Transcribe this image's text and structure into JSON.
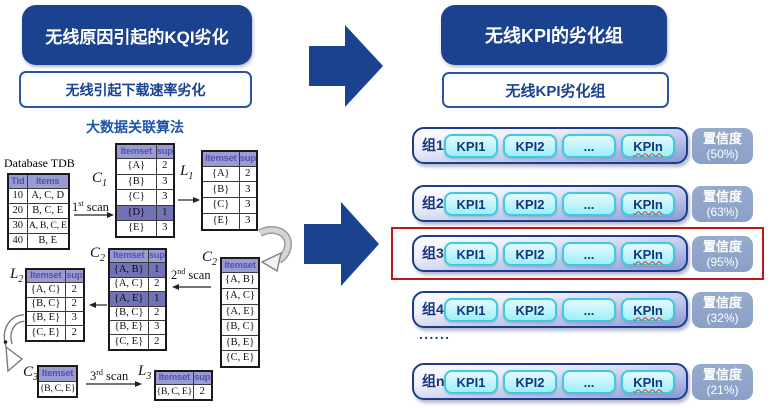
{
  "slide": {
    "left_header": {
      "title": "无线原因引起的KQI劣化",
      "subtitle": "无线引起下载速率劣化"
    },
    "right_header": {
      "title": "无线KPI的劣化组",
      "subtitle": "无线KPI劣化组"
    },
    "algorithm": {
      "title": "大数据关联算法",
      "db_caption": "Database TDB",
      "db": {
        "headers": [
          "Tid",
          "Items"
        ],
        "rows": [
          [
            "10",
            "A, C, D"
          ],
          [
            "20",
            "B, C, E"
          ],
          [
            "30",
            "A, B, C, E"
          ],
          [
            "40",
            "B, E"
          ]
        ]
      },
      "c1": {
        "label": {
          "base": "C",
          "sub": "1"
        },
        "headers": [
          "Itemset",
          "sup"
        ],
        "rows": [
          [
            "{A}",
            "2"
          ],
          [
            "{B}",
            "3"
          ],
          [
            "{C}",
            "3"
          ],
          [
            "{D}",
            "1"
          ],
          [
            "{E}",
            "3"
          ]
        ]
      },
      "scan1": {
        "num": "1",
        "ord": "st",
        "word": " scan"
      },
      "l1": {
        "label": {
          "base": "L",
          "sub": "1"
        },
        "headers": [
          "Itemset",
          "sup"
        ],
        "rows": [
          [
            "{A}",
            "2"
          ],
          [
            "{B}",
            "3"
          ],
          [
            "{C}",
            "3"
          ],
          [
            "{E}",
            "3"
          ]
        ]
      },
      "c2list": {
        "label": {
          "base": "C",
          "sub": "2"
        },
        "headers": [
          "Itemset"
        ],
        "rows": [
          "{A, B}",
          "{A, C}",
          "{A, E}",
          "{B, C}",
          "{B, E}",
          "{C, E}"
        ]
      },
      "scan2": {
        "num": "2",
        "ord": "nd",
        "word": " scan"
      },
      "c2": {
        "label": {
          "base": "C",
          "sub": "2"
        },
        "headers": [
          "Itemset",
          "sup"
        ],
        "rows": [
          [
            "{A, B}",
            "1"
          ],
          [
            "{A, C}",
            "2"
          ],
          [
            "{A, E}",
            "1"
          ],
          [
            "{B, C}",
            "2"
          ],
          [
            "{B, E}",
            "3"
          ],
          [
            "{C, E}",
            "2"
          ]
        ]
      },
      "l2": {
        "label": {
          "base": "L",
          "sub": "2"
        },
        "headers": [
          "Itemset",
          "sup"
        ],
        "rows": [
          [
            "{A, C}",
            "2"
          ],
          [
            "{B, C}",
            "2"
          ],
          [
            "{B, E}",
            "3"
          ],
          [
            "{C, E}",
            "2"
          ]
        ]
      },
      "c3": {
        "label": {
          "base": "C",
          "sub": "3"
        },
        "headers": [
          "Itemset"
        ],
        "rows": [
          "{B, C, E}"
        ]
      },
      "scan3": {
        "num": "3",
        "ord": "rd",
        "word": " scan"
      },
      "l3": {
        "label": {
          "base": "L",
          "sub": "3"
        },
        "headers": [
          "Itemset",
          "sup"
        ],
        "rows": [
          [
            "{B, C, E}",
            "2"
          ]
        ]
      }
    },
    "groups": {
      "kpis": [
        "KPI1",
        "KPI2",
        "...",
        "KPIn"
      ],
      "rows": [
        {
          "label": "组1",
          "conf_title": "置信度",
          "conf_value": "(50%)"
        },
        {
          "label": "组2",
          "conf_title": "置信度",
          "conf_value": "(63%)"
        },
        {
          "label": "组3",
          "conf_title": "置信度",
          "conf_value": "(95%)"
        },
        {
          "label": "组4",
          "conf_title": "置信度",
          "conf_value": "(32%)"
        },
        {
          "label": "组n",
          "conf_title": "置信度",
          "conf_value": "(21%)"
        }
      ],
      "ellipsis": "......"
    },
    "colors": {
      "navy": "#1a428e",
      "highlight_red": "#c01818",
      "kpi_border_cyan": "#45cde6",
      "badge_blue_gray": "#8da3c9",
      "table_header_purple": "#9b9bd4",
      "table_highlight_purple": "#7272b6"
    }
  }
}
